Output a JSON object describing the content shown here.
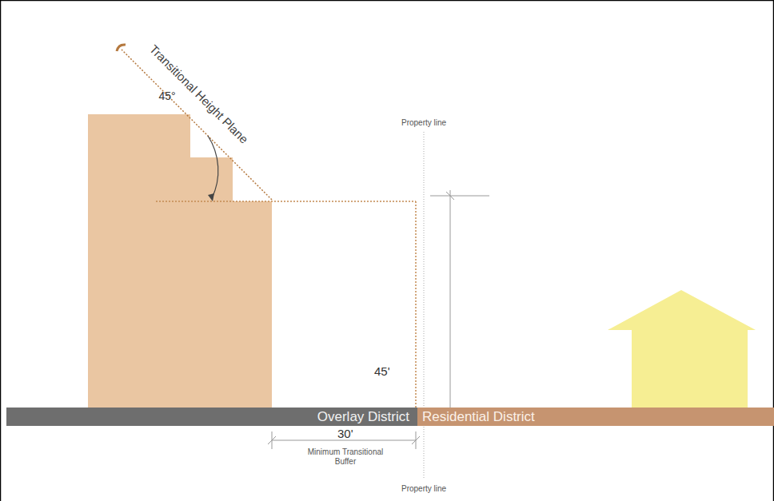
{
  "diagram": {
    "nodes": [
      {
        "text": [
          "Overlay District"
        ]
      },
      {
        "text": [
          "Residential District"
        ]
      }
    ],
    "labels": [
      "Transitional Height Plane",
      "45°",
      "Property line",
      "45'",
      "30'",
      "Minimum Transitional Buffer",
      "Property line"
    ]
  }
}
